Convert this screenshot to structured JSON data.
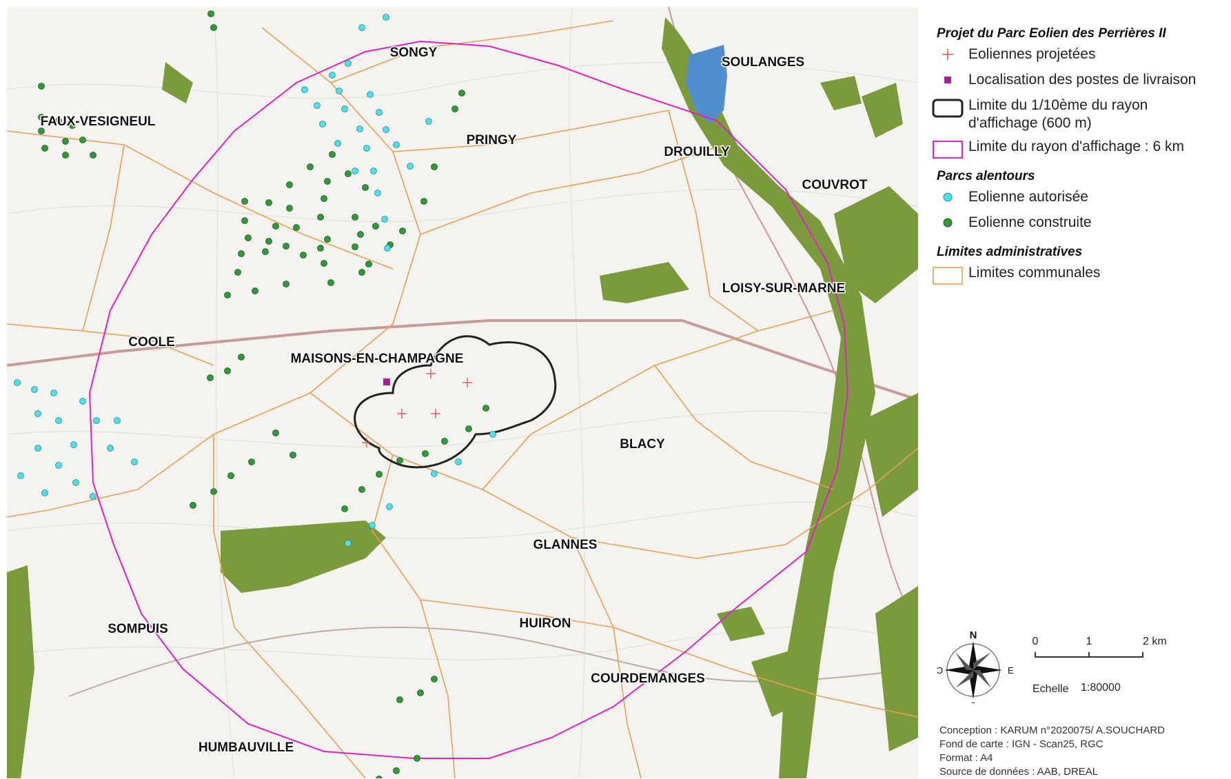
{
  "legend": {
    "project_title": "Projet du Parc Eolien des Perrières II",
    "items_project": [
      {
        "label": "Eoliennes projetées",
        "symbol": "cross",
        "color": "#e05050"
      },
      {
        "label": "Localisation des postes de livraison",
        "symbol": "square",
        "color": "#a3209a"
      },
      {
        "label": "Limite du 1/10ème du rayon d'affichage (600 m)",
        "symbol": "black-rect",
        "color": "#222222"
      },
      {
        "label": "Limite du rayon d'affichage : 6 km",
        "symbol": "magenta-rect",
        "color": "#e020c8"
      }
    ],
    "parcs_title": "Parcs alentours",
    "items_parcs": [
      {
        "label": "Eolienne autorisée",
        "symbol": "cyan-dot",
        "color": "#4ee0ea"
      },
      {
        "label": "Eolienne construite",
        "symbol": "green-dot",
        "color": "#2e9a3a"
      }
    ],
    "admin_title": "Limites administratives",
    "items_admin": [
      {
        "label": "Limites communales",
        "symbol": "orange-rect",
        "color": "#e8a050"
      }
    ]
  },
  "scale": {
    "ticks": [
      "0",
      "1",
      "2 km"
    ],
    "label": "Echelle",
    "ratio": "1:80000"
  },
  "compass": {
    "n": "N",
    "s": "S",
    "e": "E",
    "w": "O"
  },
  "credits": [
    "Conception : KARUM n°2020075/ A.SOUCHARD",
    "Fond de carte : IGN - Scan25, RGC",
    "Format : A4",
    "Source de données : AAB, DREAL"
  ],
  "places": [
    {
      "name": "SONGY"
    },
    {
      "name": "SOULANGES"
    },
    {
      "name": "FAUX-VESIGNEUL"
    },
    {
      "name": "PRINGY"
    },
    {
      "name": "DROUILLY"
    },
    {
      "name": "COUVROT"
    },
    {
      "name": "LOISY-SUR-MARNE"
    },
    {
      "name": "COOLE"
    },
    {
      "name": "MAISONS-EN-CHAMPAGNE"
    },
    {
      "name": "BLACY"
    },
    {
      "name": "GLANNES"
    },
    {
      "name": "SOMPUIS"
    },
    {
      "name": "HUIRON"
    },
    {
      "name": "COURDEMANGES"
    },
    {
      "name": "HUMBAUVILLE"
    }
  ],
  "colors": {
    "forest": "#7a9a3c",
    "water": "#4f8fcf",
    "communal_limit": "#e8a050",
    "display_radius": "#e020c8",
    "turbine_authorised": "#4ee0ea",
    "turbine_built": "#2e9a3a",
    "turbine_projected": "#e05050",
    "delivery_post": "#a3209a"
  }
}
